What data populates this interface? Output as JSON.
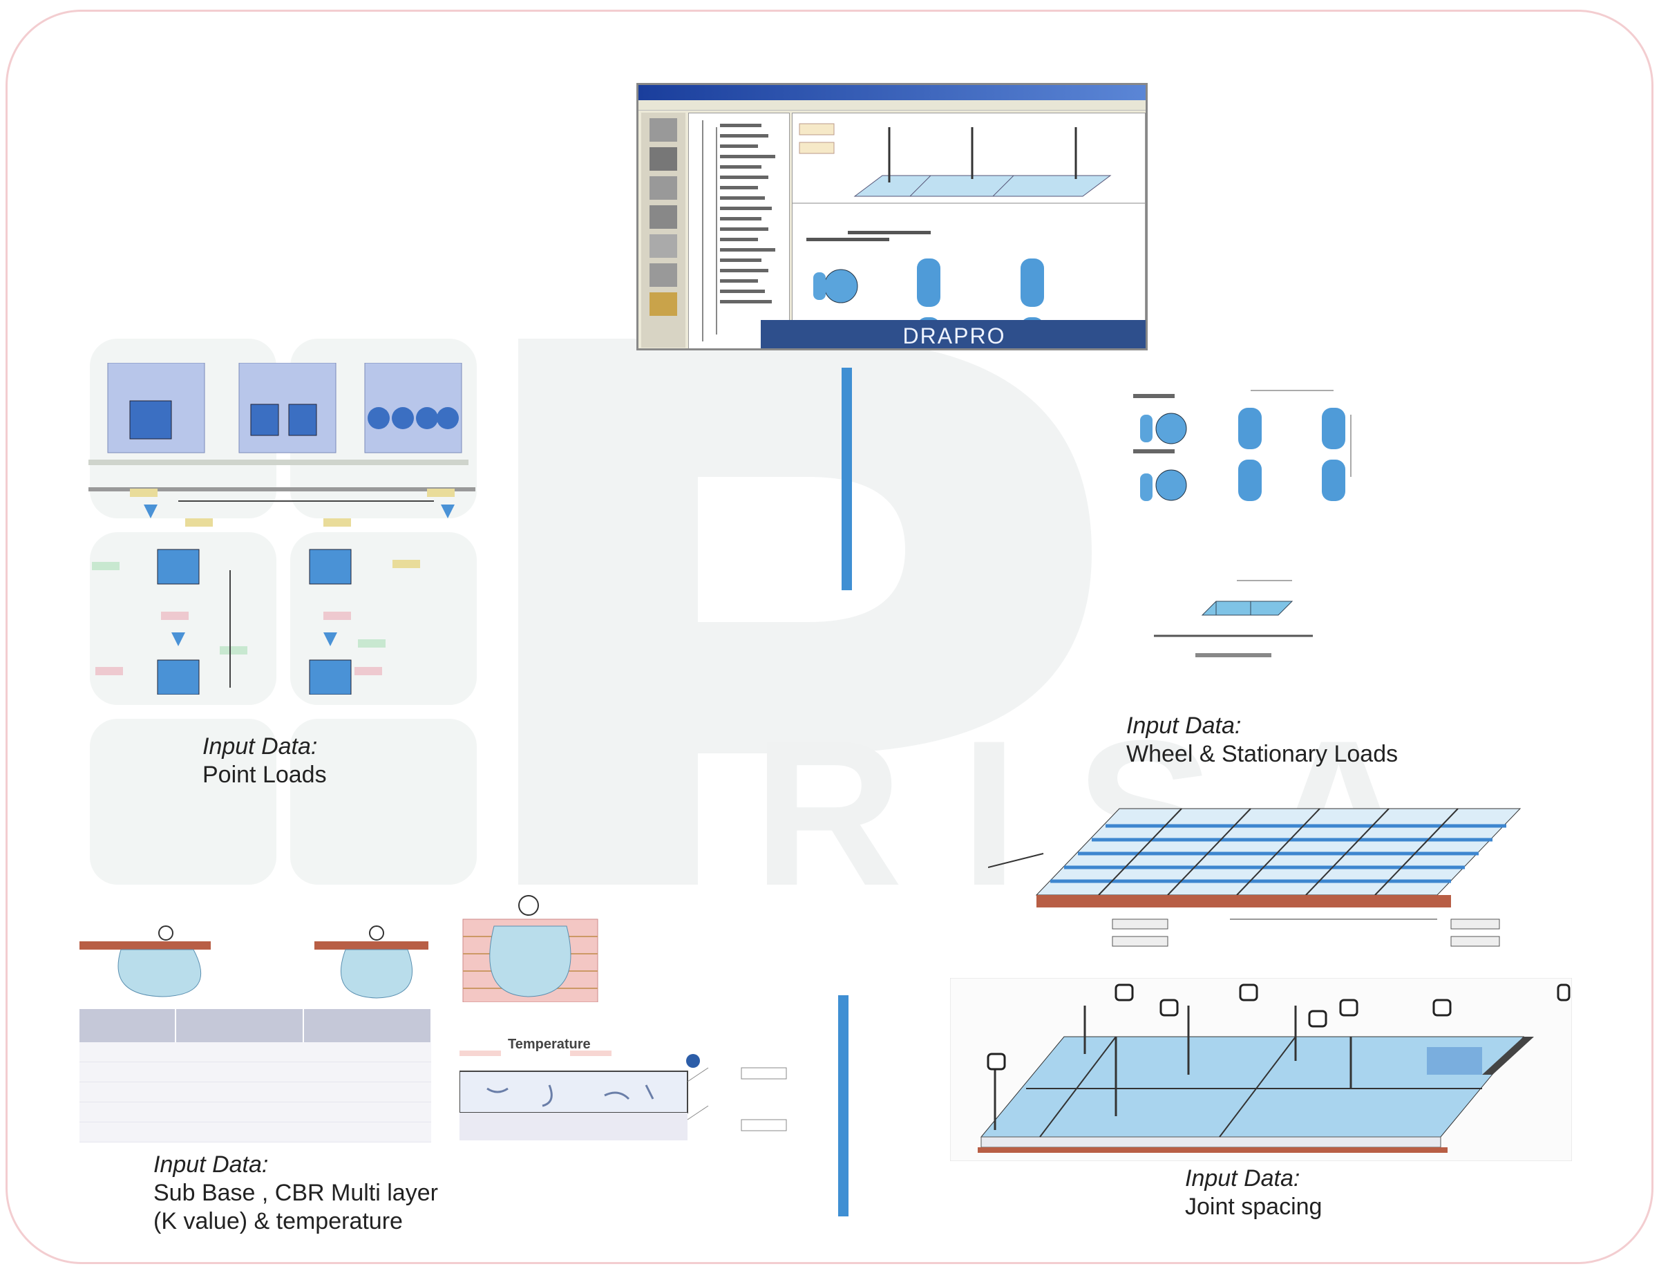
{
  "screenshot": {
    "banner": "DRAPRO"
  },
  "captions": {
    "point_loads": {
      "title": "Input Data:",
      "lines": [
        "Point Loads"
      ]
    },
    "wheel_loads": {
      "title": "Input Data:",
      "lines": [
        "Wheel & Stationary Loads"
      ]
    },
    "sub_base": {
      "title": "Input Data:",
      "lines": [
        "Sub Base , CBR Multi layer",
        "(K value) & temperature"
      ]
    },
    "joint_spacing": {
      "title": "Input Data:",
      "lines": [
        "Joint spacing"
      ]
    }
  },
  "temperature_panel": {
    "title": "Temperature"
  },
  "watermark": {
    "letters": [
      "P",
      "R",
      "I",
      "S",
      "A"
    ]
  },
  "colors": {
    "accent_blue": "#3f8fd3",
    "banner_blue": "#2e4f8c",
    "light_blue": "#bcdff0",
    "slab_blue": "#a9d4ee",
    "soil_brown": "#b85e45",
    "watermark_gray": "#eef1f1"
  }
}
